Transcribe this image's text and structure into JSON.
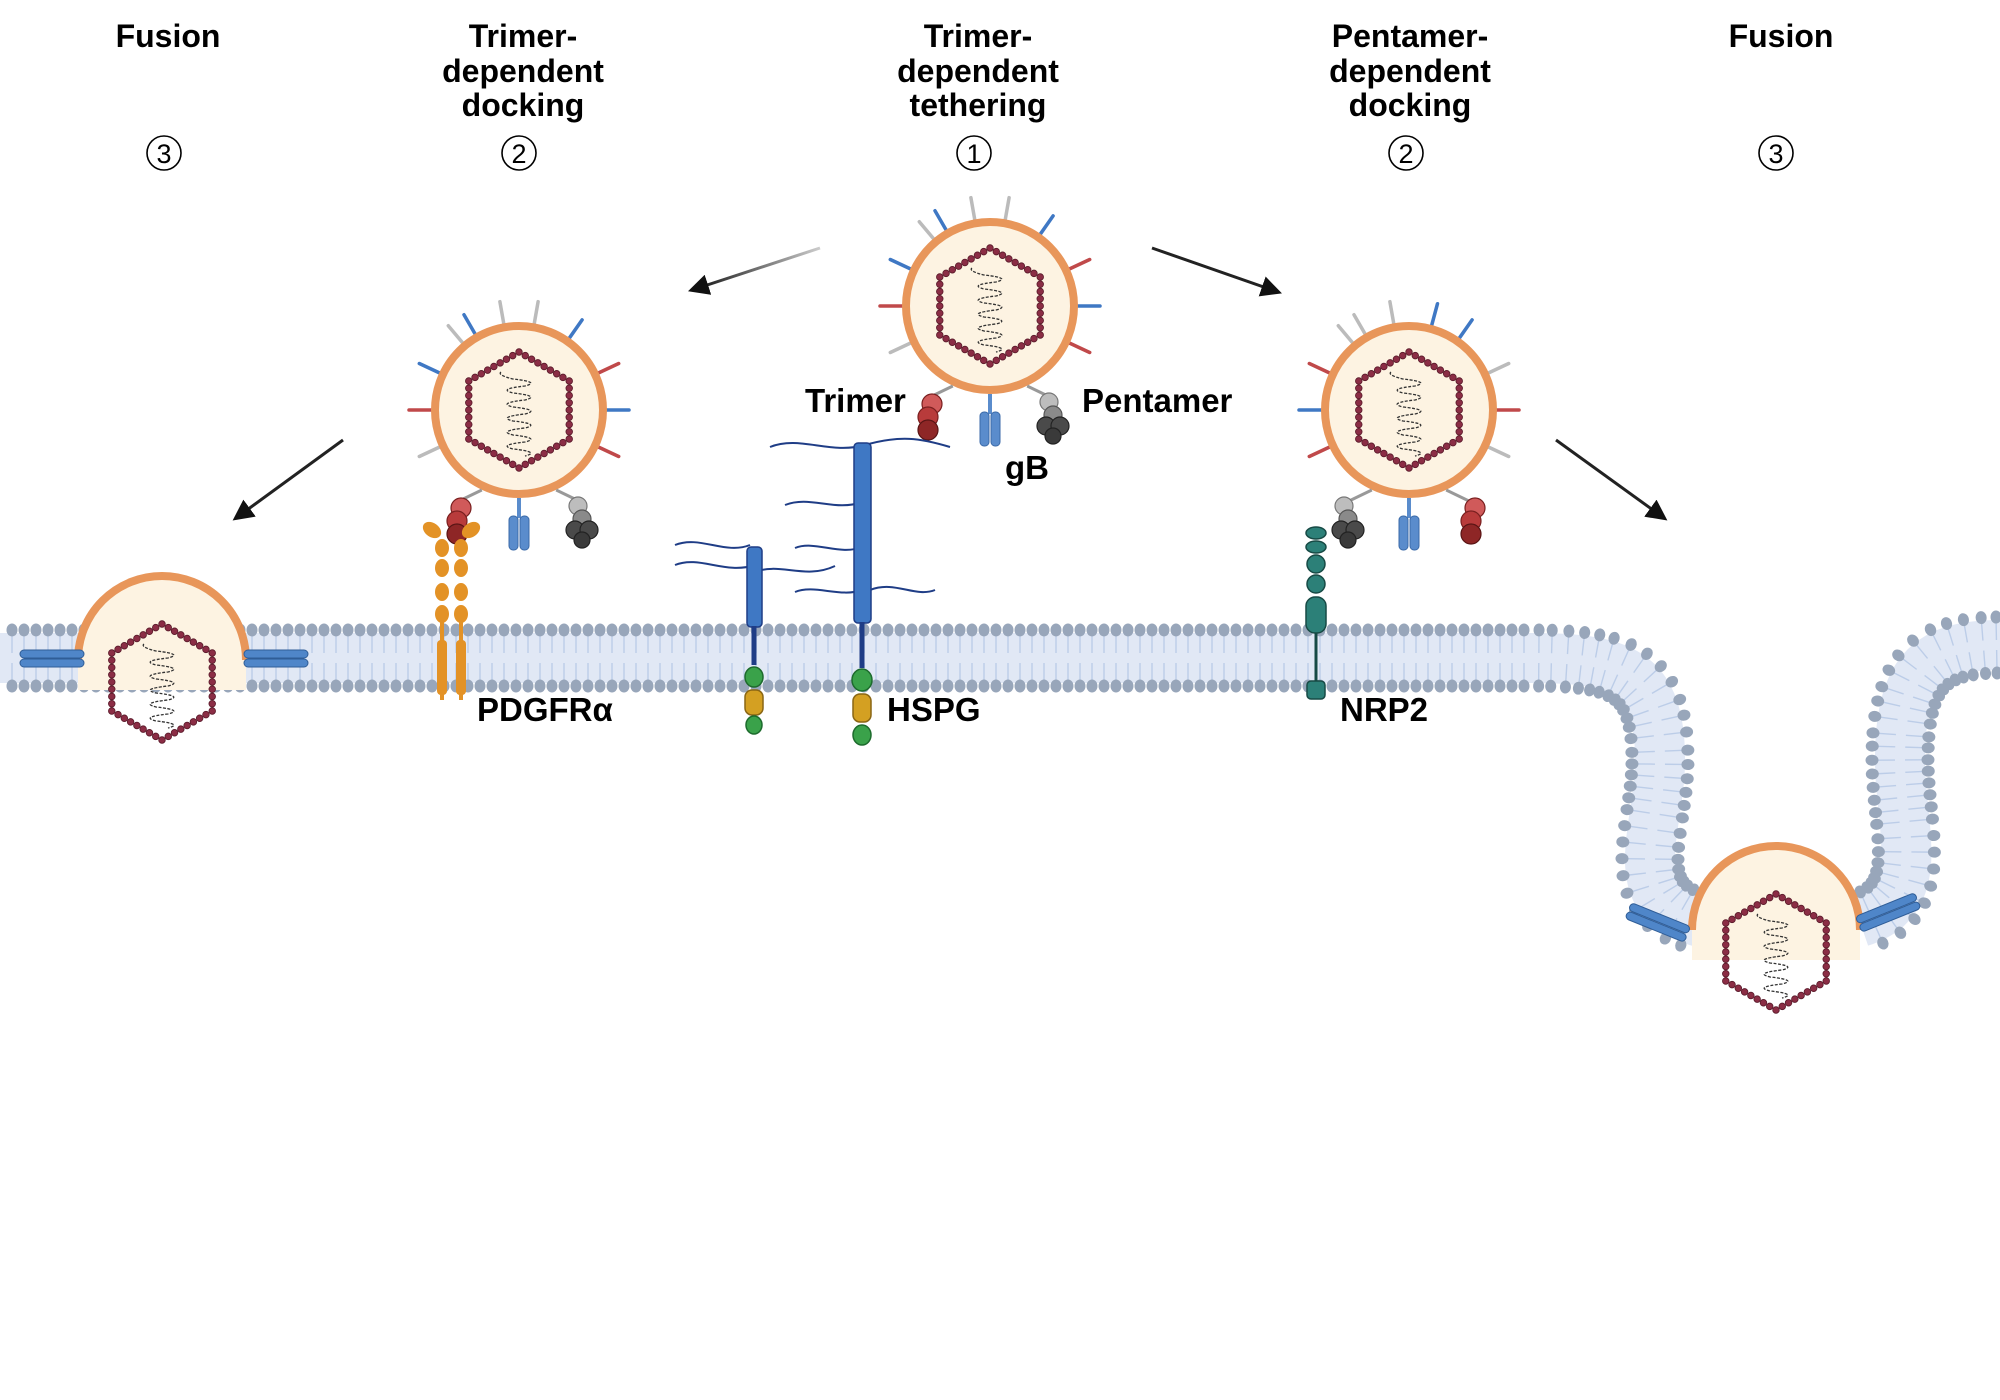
{
  "headers": [
    {
      "line1": "Fusion",
      "line2": "",
      "line3": "",
      "step": "3"
    },
    {
      "line1": "Trimer-",
      "line2": "dependent",
      "line3": "docking",
      "step": "2"
    },
    {
      "line1": "Trimer-",
      "line2": "dependent",
      "line3": "tethering",
      "step": "1"
    },
    {
      "line1": "Pentamer-",
      "line2": "dependent",
      "line3": "docking",
      "step": "2"
    },
    {
      "line1": "Fusion",
      "line2": "",
      "line3": "",
      "step": "3"
    }
  ],
  "labels": {
    "trimer": "Trimer",
    "pentamer": "Pentamer",
    "gb": "gB",
    "pdgfra": "PDGFRα",
    "hspg": "HSPG",
    "nrp2": "NRP2"
  },
  "colors": {
    "envelope": "#e8965a",
    "virion_fill": "#fdf3e2",
    "capsid": "#8b2d45",
    "trimer": "#c0494a",
    "pentamer": "#555555",
    "gb": "#5a8ccc",
    "membrane_head": "#98a6ba",
    "membrane_tail": "#bccde8",
    "pdgfra": "#e39226",
    "hspg_core": "#3f78c4",
    "hspg_chain": "#1f3d86",
    "nrp2": "#2c8078"
  }
}
